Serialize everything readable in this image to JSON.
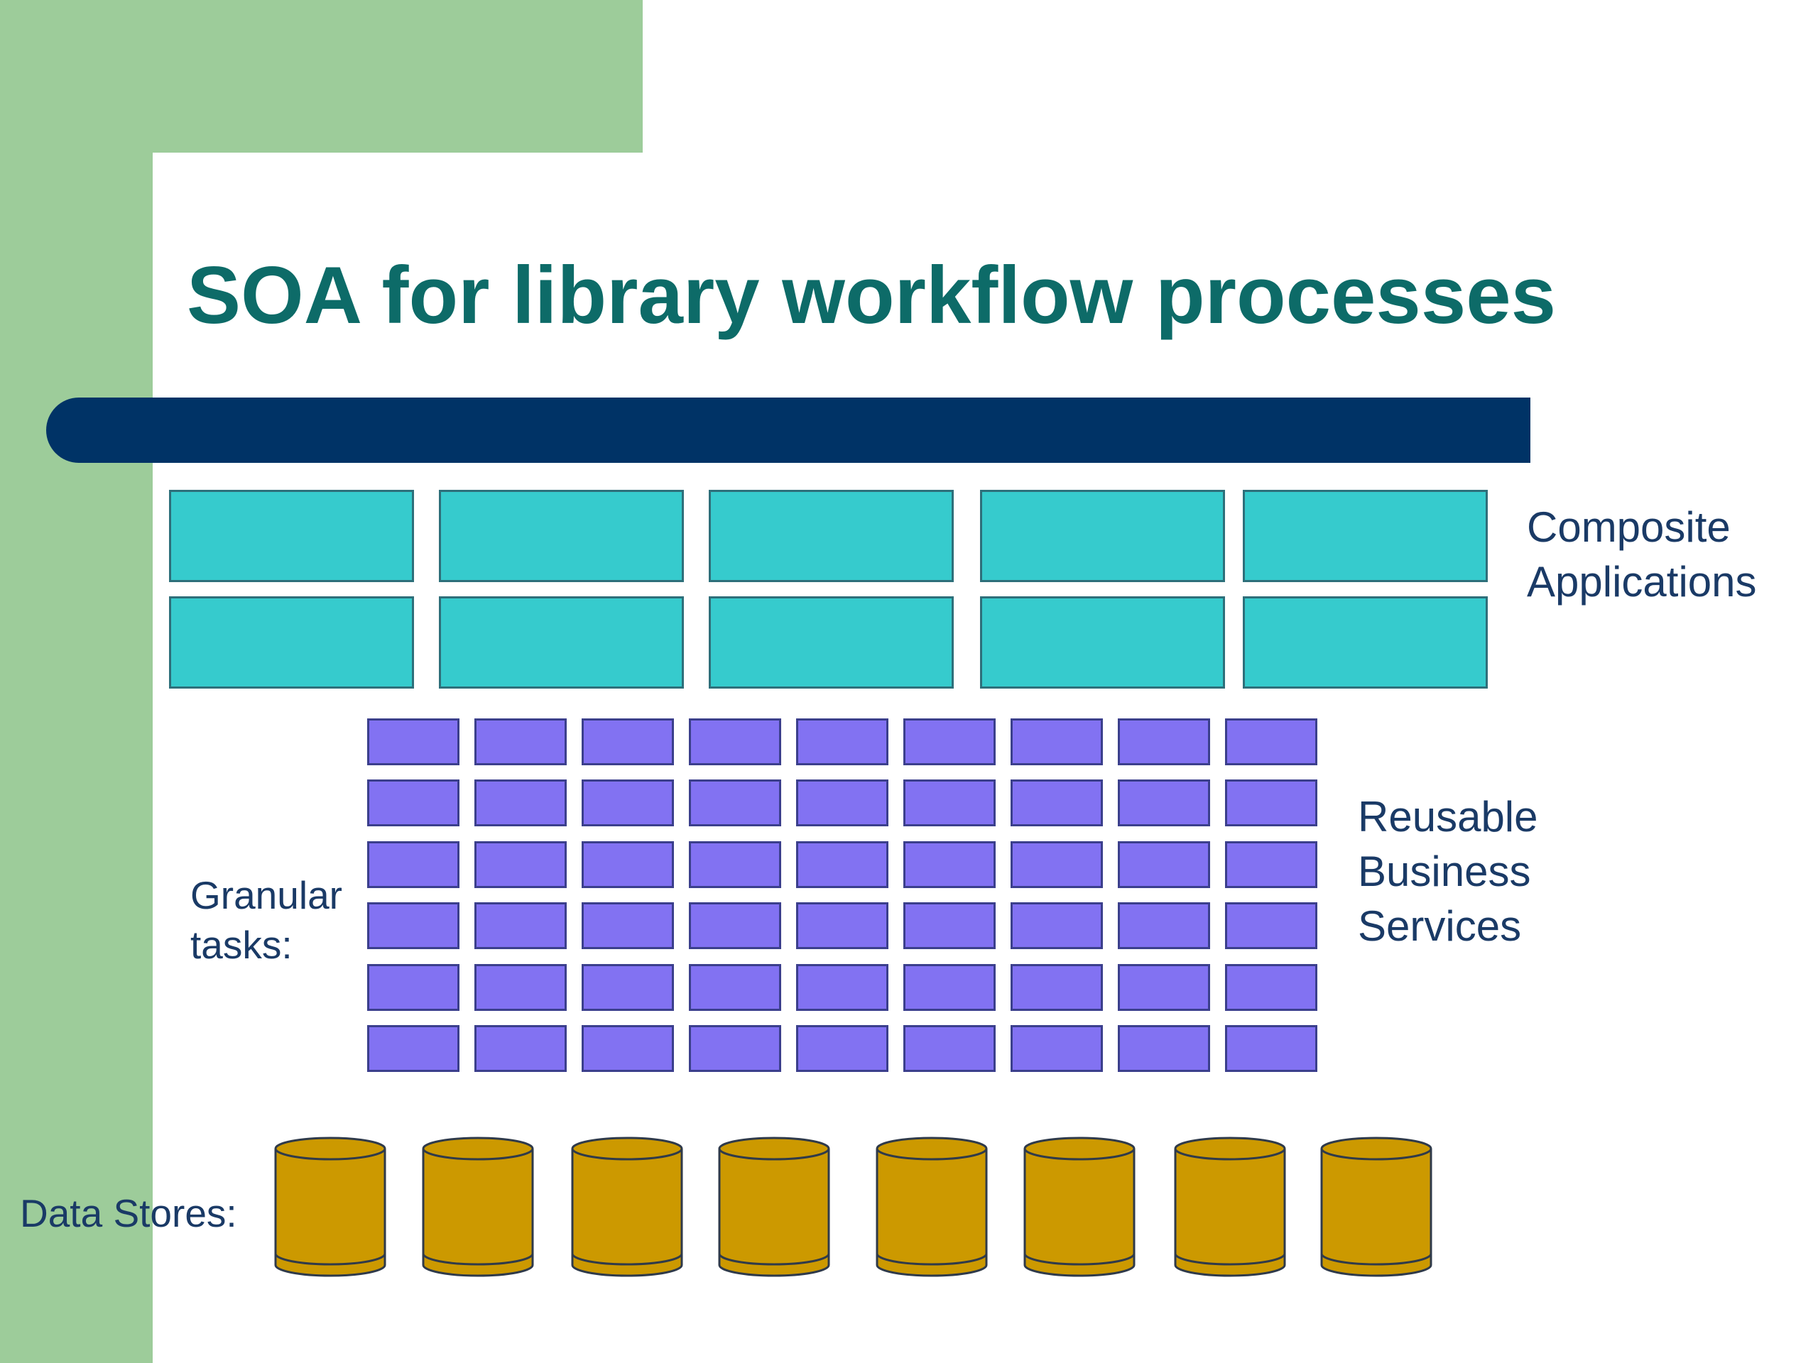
{
  "title": "SOA for library workflow processes",
  "labels": {
    "composite": [
      "Composite",
      "Applications"
    ],
    "reusable": [
      "Reusable",
      "Business",
      "Services"
    ],
    "granular": [
      "Granular",
      "tasks:"
    ],
    "data_stores": "Data Stores:"
  },
  "layers": {
    "composite_applications": {
      "rows": 2,
      "columns": 5
    },
    "business_services": {
      "rows": 6,
      "columns": 9
    },
    "data_stores": {
      "count": 8
    }
  },
  "colors": {
    "background_green": "#9dcc9a",
    "title_text": "#0d6b68",
    "title_bar": "#003366",
    "label_text": "#1a3a66",
    "composite_fill": "#36cbcd",
    "service_fill": "#8272f2",
    "store_fill": "#cc9900",
    "store_stroke": "#2f3a4a"
  }
}
